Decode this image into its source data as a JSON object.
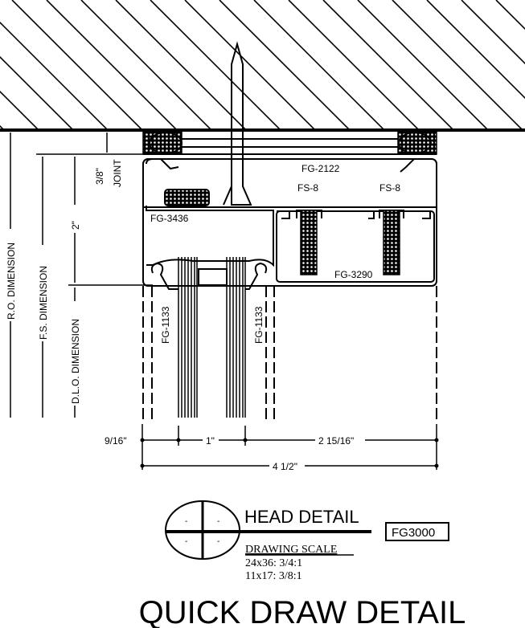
{
  "parts": {
    "anchor_top": "FG-2122",
    "fastener_1": "FS-8",
    "fastener_2": "FS-8",
    "receptor_left": "FG-3436",
    "receptor_right": "FG-3290",
    "gasket_left": "FG-1133",
    "gasket_right": "FG-1133"
  },
  "dimensions": {
    "ro": "R.O. DIMENSION",
    "fs": "F.S. DIMENSION",
    "dlo": "D.L.O. DIMENSION",
    "joint_value": "3/8\"",
    "joint_label": "JOINT",
    "head_height": "2\"",
    "left_offset": "9/16\"",
    "glass_width": "1\"",
    "right_offset": "2 15/16\"",
    "overall": "4 1/2\""
  },
  "title_block": {
    "detail_name": "HEAD DETAIL",
    "product_code": "FG3000",
    "scale_heading": "DRAWING SCALE",
    "scale_1": "24x36: 3/4:1",
    "scale_2": "11x17: 3/8:1",
    "bubble_marks": [
      "-",
      "-",
      "-",
      "-"
    ],
    "main_title": "QUICK DRAW DETAIL"
  }
}
